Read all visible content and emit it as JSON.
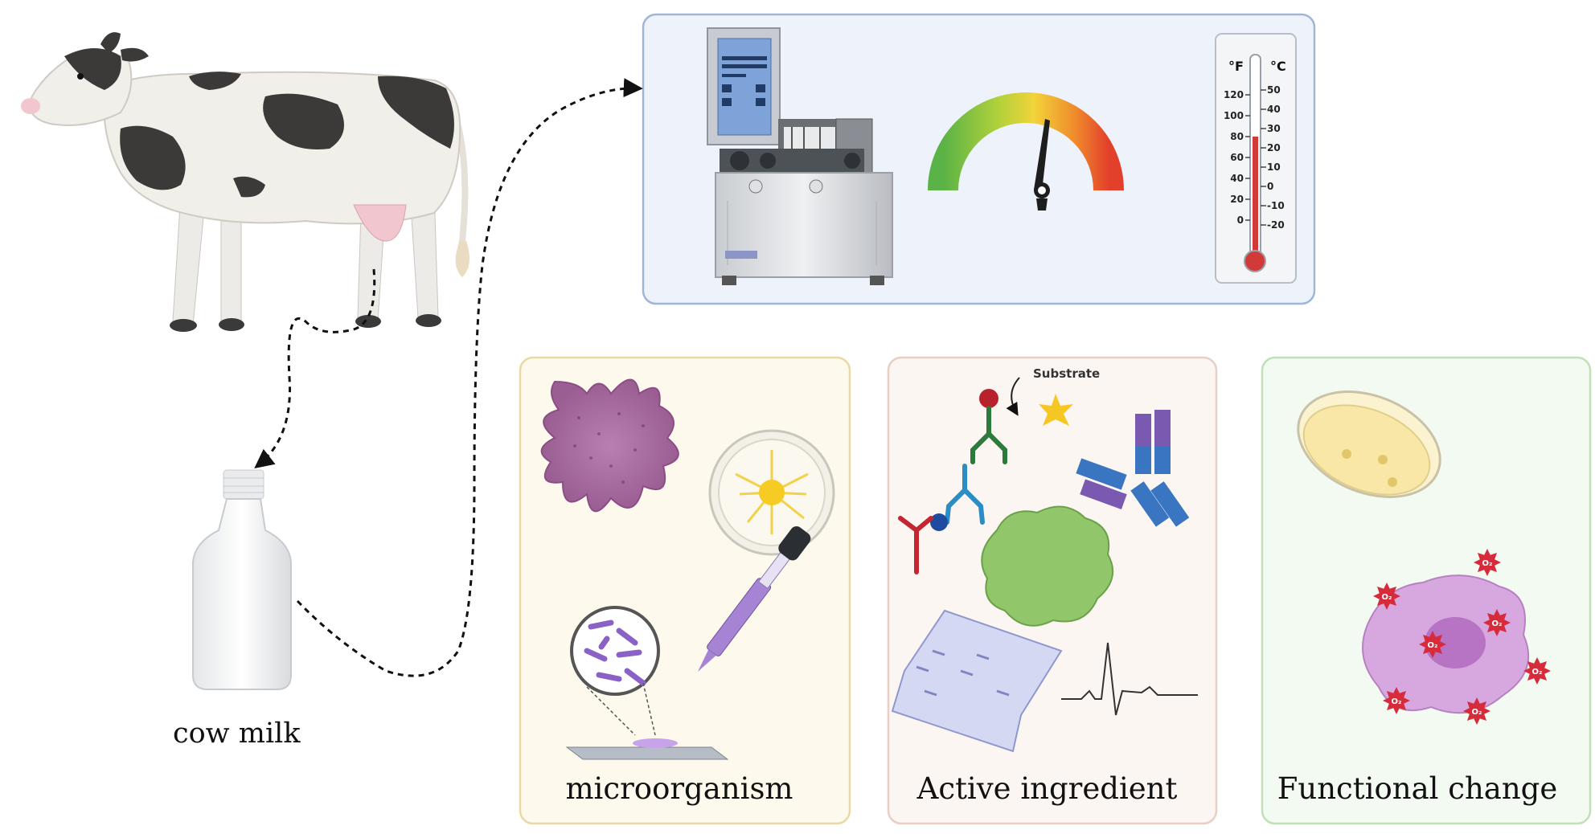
{
  "labels": {
    "cow_milk": "cow milk",
    "microorganism": "microorganism",
    "active_ingredient": "Active ingredient",
    "functional_change": "Functional change",
    "substrate": "Substrate"
  },
  "thermometer": {
    "unit_f": "°F",
    "unit_c": "°C",
    "f_ticks": [
      "120",
      "100",
      "80",
      "60",
      "40",
      "20",
      "0"
    ],
    "c_ticks": [
      "50",
      "40",
      "30",
      "20",
      "10",
      "0",
      "-10",
      "-20"
    ]
  },
  "ros_symbol": "O₂",
  "colors": {
    "top_panel_fill": "#eef3fb",
    "top_panel_stroke": "#9fb6d8",
    "micro_panel_fill": "#fdf9ec",
    "micro_panel_stroke": "#e9d9a6",
    "active_panel_fill": "#fcf6f3",
    "active_panel_stroke": "#e7cfc6",
    "func_panel_fill": "#f3faf1",
    "func_panel_stroke": "#bfe0b8"
  }
}
